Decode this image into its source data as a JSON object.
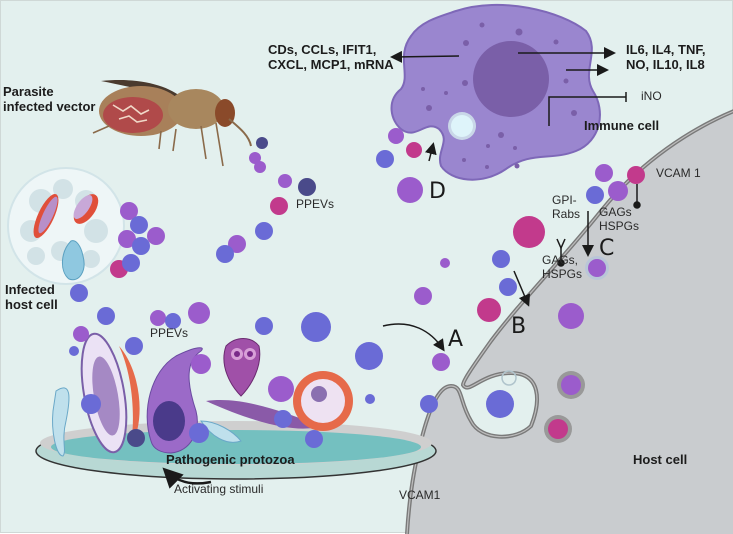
{
  "figure": {
    "title": "Parasite-derived extracellular vesicles (PPEVs) in host-parasite interaction",
    "colors": {
      "background": "#e3f0ee",
      "host_cell": "#c9cccf",
      "host_membrane": "#7a7a7a",
      "immune_cell": "#9a86cf",
      "immune_nucleus": "#7a5fa8",
      "ev_blue": "#6a6bd6",
      "ev_purple": "#9b5ccc",
      "ev_magenta": "#c23a8c",
      "ev_navy": "#4a4a8a"
    }
  },
  "labels": {
    "parasite_vector": "Parasite\ninfected vector",
    "infected_host_cell": "Infected\nhost cell",
    "ppevs_top": "PPEVs",
    "ppevs_bottom": "PPEVs",
    "pathogenic_protozoa": "Pathogenic protozoa",
    "activating_stimuli": "Activating stimuli",
    "vcam1_bottom": "VCAM1",
    "host_cell": "Host cell",
    "immune_cell": "Immune cell",
    "ino": "iNO",
    "left_outputs": "CDs, CCLs, IFIT1,\nCXCL, MCP1, mRNA",
    "right_outputs": "IL6, IL4, TNF,\nNO, IL10, IL8",
    "vcam1_top": "VCAM 1",
    "gpi_rabs": "GPI-\nRabs",
    "gags_hspgs_upper": "GAGs\nHSPGs",
    "gags_hspgs_lower": "GAGs,\nHSPGs"
  },
  "pathways": {
    "A": "A",
    "B": "B",
    "C": "C",
    "D": "D"
  }
}
